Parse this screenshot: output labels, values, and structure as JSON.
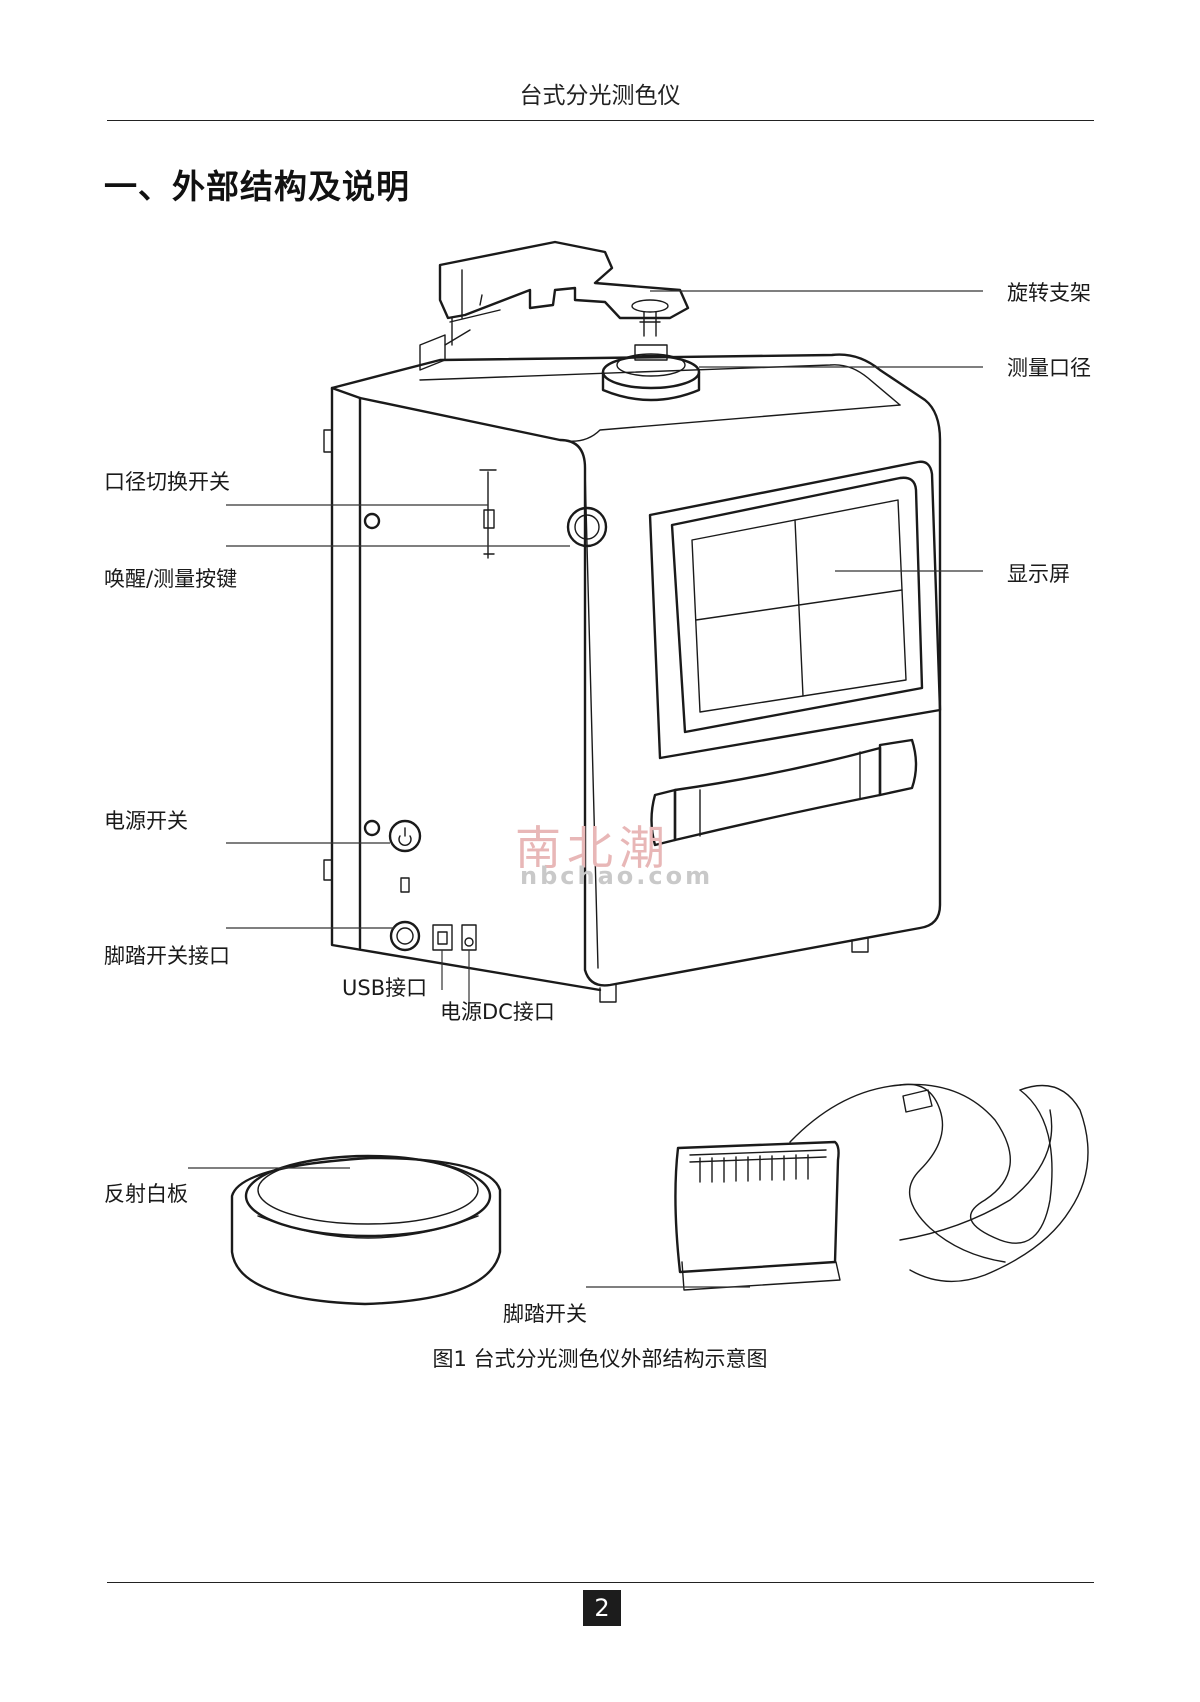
{
  "header": {
    "title": "台式分光测色仪"
  },
  "section": {
    "heading": "一、外部结构及说明"
  },
  "labels": {
    "rotating_bracket": "旋转支架",
    "measuring_aperture": "测量口径",
    "aperture_switch": "口径切换开关",
    "wake_measure_button": "唤醒/测量按键",
    "display_screen": "显示屏",
    "power_switch": "电源开关",
    "footswitch_port": "脚踏开关接口",
    "usb_port": "USB接口",
    "power_dc_port": "电源DC接口",
    "white_board": "反射白板",
    "footswitch": "脚踏开关"
  },
  "watermark": {
    "cn": "南北潮",
    "en": "nbchao.com"
  },
  "figure": {
    "caption": "图1  台式分光测色仪外部结构示意图"
  },
  "footer": {
    "page_number": "2"
  }
}
